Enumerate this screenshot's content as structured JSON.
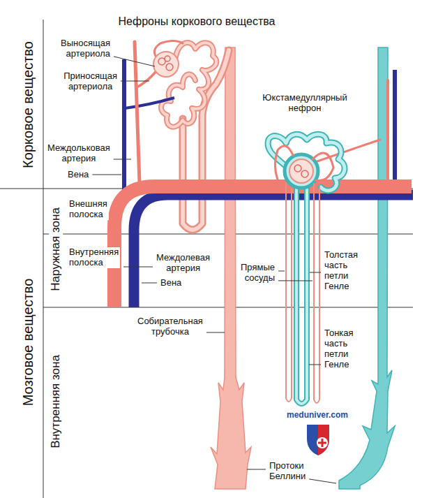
{
  "diagram": {
    "title": "Нефроны коркового вещества",
    "labels": [
      "Корковое вещество",
      "Мозговое вещество",
      "Наружная зона",
      "Внутренняя зона",
      "Выносящая артериола",
      "Приносящая артериола",
      "Междольковая артерия",
      "Вена",
      "Внешняя полоска",
      "Внутренняя полоска",
      "Междолевая артерия",
      "Вена",
      "Юкстамедуллярный нефрон",
      "Прямые сосуды",
      "Толстая часть петли Генле",
      "Тонкая часть петли Генле",
      "Собирательная трубочка",
      "Протоки Беллини",
      "meduniver.com"
    ]
  }
}
